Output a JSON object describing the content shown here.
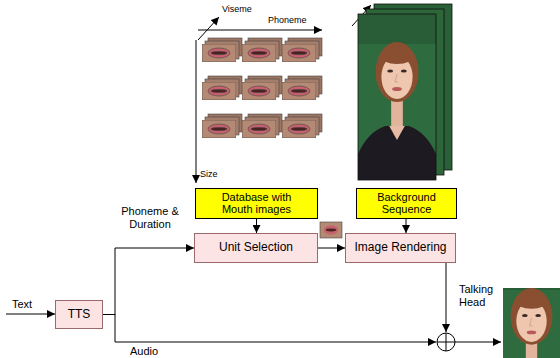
{
  "diagram": {
    "nodes": [
      {
        "text": [
          "Database with Mouth images"
        ]
      },
      {
        "text": [
          "Background Sequence"
        ]
      },
      {
        "text": [
          "Unit Selection"
        ]
      },
      {
        "text": [
          "Image Rendering"
        ]
      },
      {
        "text": [
          "TTS"
        ]
      }
    ],
    "edges": [
      {
        "from": 0,
        "to": 2,
        "arrow": "to"
      },
      {
        "from": 1,
        "to": 3,
        "arrow": "to"
      },
      {
        "from": 4,
        "to": 2,
        "arrow": "to",
        "label": "Phoneme & Duration"
      },
      {
        "from": 2,
        "to": 3,
        "arrow": "to"
      }
    ],
    "labels": [
      "Viseme",
      "Phoneme",
      "Size",
      "Text",
      "Audio",
      "Talking Head"
    ]
  }
}
